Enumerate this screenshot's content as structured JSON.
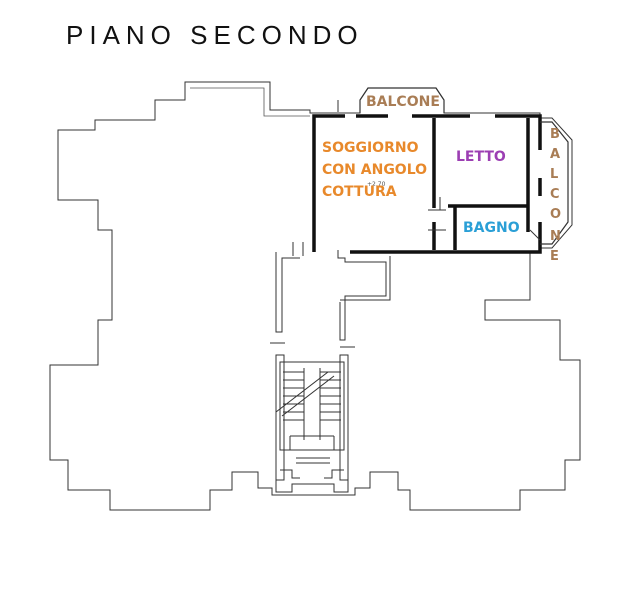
{
  "title": "PIANO SECONDO",
  "rooms": {
    "soggiorno": [
      "SOGGIORNO",
      "CON ANGOLO",
      "COTTURA"
    ],
    "letto": "LETTO",
    "bagno": "BAGNO",
    "balcone_top": "BALCONE",
    "balcone_right": [
      "B",
      "A",
      "L",
      "C",
      "O",
      "N",
      "E"
    ]
  },
  "colors": {
    "soggiorno": "#e8892b",
    "letto": "#9c3fb3",
    "bagno": "#2a9fd6",
    "balcone": "#a97d55",
    "walls": "#111111",
    "outline": "#333333"
  }
}
